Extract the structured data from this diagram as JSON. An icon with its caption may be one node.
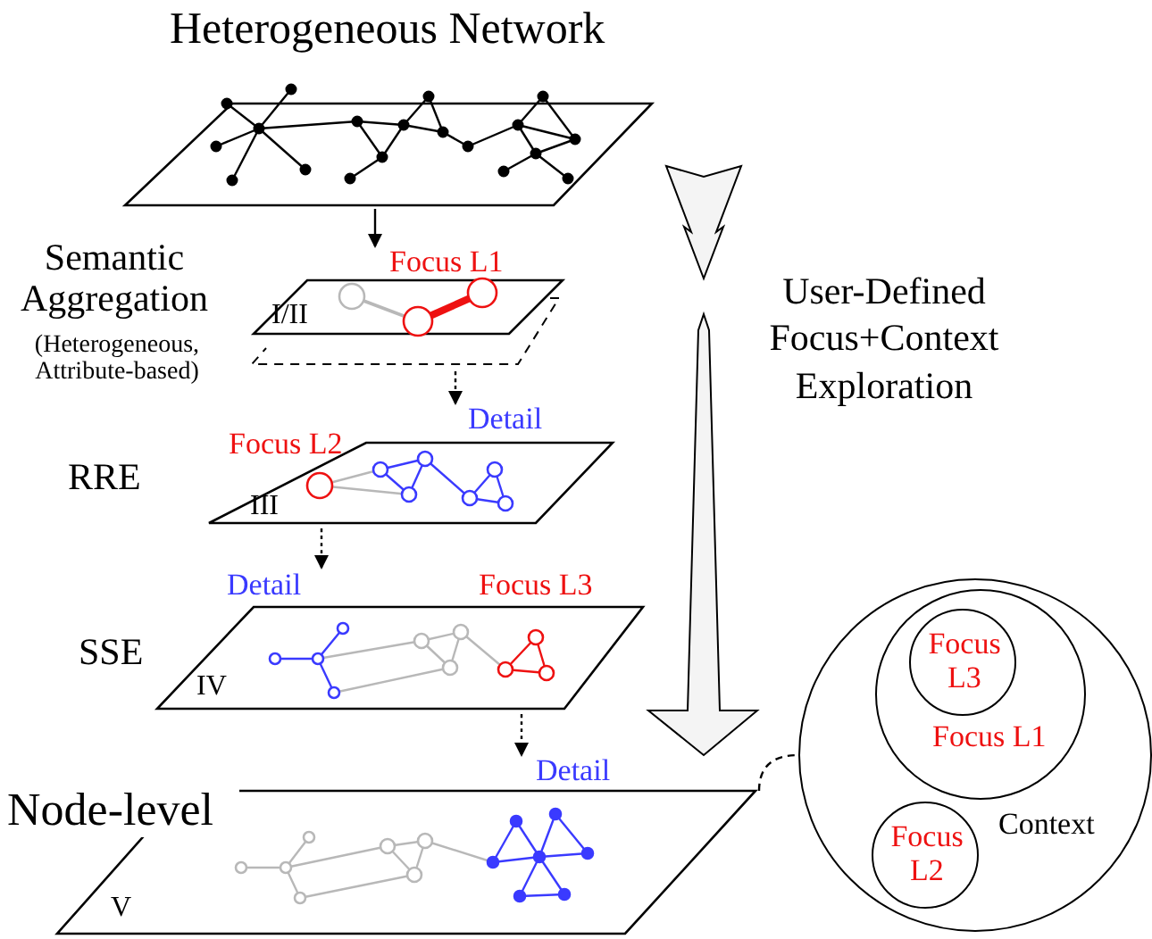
{
  "diagram": {
    "nodes": [
      {
        "text": [
          "Heterogeneous Network"
        ]
      },
      {
        "text": [
          "Focus L1",
          "I/II"
        ],
        "beside": [
          "Semantic Aggregation",
          "(Heterogeneous, Attribute-based)"
        ]
      },
      {
        "text": [
          "Detail",
          "Focus L2",
          "III"
        ],
        "beside": [
          "RRE"
        ]
      },
      {
        "text": [
          "Detail",
          "Focus L3",
          "IV"
        ],
        "beside": [
          "SSE"
        ]
      },
      {
        "text": [
          "Detail",
          "V"
        ],
        "beside": [
          "Node-level"
        ]
      },
      {
        "text": [
          "Context"
        ]
      },
      {
        "text": [
          "Focus L1"
        ],
        "in": 5
      },
      {
        "text": [
          "Focus L3"
        ],
        "in": 6
      },
      {
        "text": [
          "Focus L2"
        ],
        "in": 5
      }
    ],
    "edges": [
      {
        "from": 0,
        "to": 1,
        "arrow": "to"
      },
      {
        "from": 1,
        "to": 2,
        "arrow": "to",
        "style": "dashed"
      },
      {
        "from": 2,
        "to": 3,
        "arrow": "to",
        "style": "dashed"
      },
      {
        "from": 3,
        "to": 4,
        "arrow": "to",
        "style": "dashed"
      },
      {
        "from": 4,
        "to": 5,
        "arrow": "none",
        "style": "dashed"
      }
    ],
    "labels": [
      "User-Defined Focus+Context Exploration"
    ]
  }
}
